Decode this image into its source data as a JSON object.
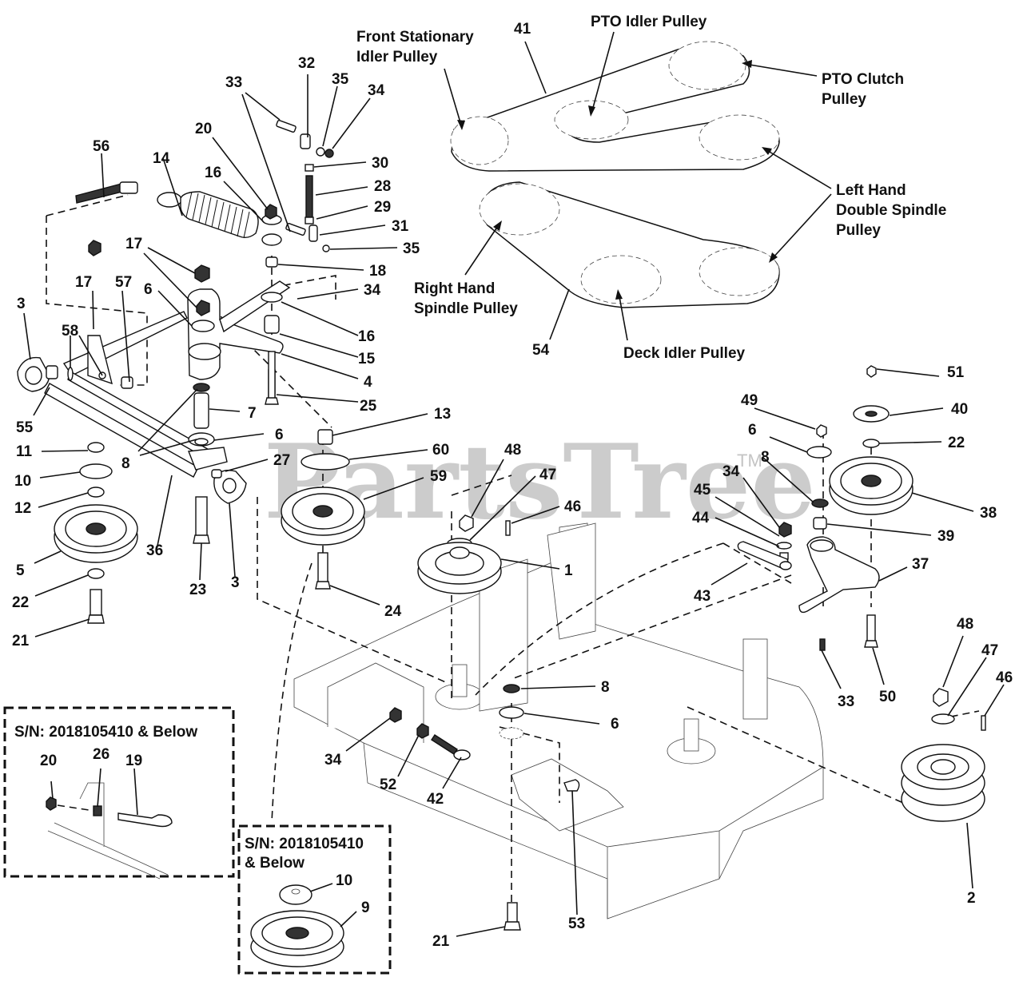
{
  "watermark": {
    "text": "PartsTree",
    "trademark": "TM",
    "color": "#c4c4c4"
  },
  "belt_captions": {
    "front_stationary_line1": "Front Stationary",
    "front_stationary_line2": "Idler Pulley",
    "pto_idler": "PTO Idler Pulley",
    "pto_clutch_line1": "PTO Clutch",
    "pto_clutch_line2": "Pulley",
    "left_hand_line1": "Left Hand",
    "left_hand_line2": "Double Spindle",
    "left_hand_line3": "Pulley",
    "right_hand_line1": "Right Hand",
    "right_hand_line2": "Spindle Pulley",
    "deck_idler": "Deck Idler Pulley"
  },
  "inset_boxes": [
    {
      "title": "S/N: 2018105410 & Below",
      "labels": [
        "20",
        "26",
        "19"
      ]
    },
    {
      "title_line1": "S/N: 2018105410",
      "title_line2": "& Below",
      "labels": [
        "10",
        "9"
      ]
    }
  ],
  "callouts": [
    {
      "id": "c41",
      "text": "41"
    },
    {
      "id": "c32",
      "text": "32"
    },
    {
      "id": "c33a",
      "text": "33"
    },
    {
      "id": "c35a",
      "text": "35"
    },
    {
      "id": "c34a",
      "text": "34"
    },
    {
      "id": "c30",
      "text": "30"
    },
    {
      "id": "c28",
      "text": "28"
    },
    {
      "id": "c29",
      "text": "29"
    },
    {
      "id": "c31",
      "text": "31"
    },
    {
      "id": "c35b",
      "text": "35"
    },
    {
      "id": "c18",
      "text": "18"
    },
    {
      "id": "c34b",
      "text": "34"
    },
    {
      "id": "c16a",
      "text": "16"
    },
    {
      "id": "c15",
      "text": "15"
    },
    {
      "id": "c4",
      "text": "4"
    },
    {
      "id": "c25",
      "text": "25"
    },
    {
      "id": "c20a",
      "text": "20"
    },
    {
      "id": "c16b",
      "text": "16"
    },
    {
      "id": "c14",
      "text": "14"
    },
    {
      "id": "c56",
      "text": "56"
    },
    {
      "id": "c17a",
      "text": "17"
    },
    {
      "id": "c17b",
      "text": "17"
    },
    {
      "id": "c57",
      "text": "57"
    },
    {
      "id": "c6a",
      "text": "6"
    },
    {
      "id": "c3a",
      "text": "3"
    },
    {
      "id": "c58",
      "text": "58"
    },
    {
      "id": "c55",
      "text": "55"
    },
    {
      "id": "c7",
      "text": "7"
    },
    {
      "id": "c6b",
      "text": "6"
    },
    {
      "id": "c8a",
      "text": "8"
    },
    {
      "id": "c11",
      "text": "11"
    },
    {
      "id": "c10a",
      "text": "10"
    },
    {
      "id": "c12",
      "text": "12"
    },
    {
      "id": "c27",
      "text": "27"
    },
    {
      "id": "c36",
      "text": "36"
    },
    {
      "id": "c5",
      "text": "5"
    },
    {
      "id": "c22a",
      "text": "22"
    },
    {
      "id": "c21a",
      "text": "21"
    },
    {
      "id": "c23",
      "text": "23"
    },
    {
      "id": "c3b",
      "text": "3"
    },
    {
      "id": "c13",
      "text": "13"
    },
    {
      "id": "c60",
      "text": "60"
    },
    {
      "id": "c59",
      "text": "59"
    },
    {
      "id": "c24",
      "text": "24"
    },
    {
      "id": "c48a",
      "text": "48"
    },
    {
      "id": "c47a",
      "text": "47"
    },
    {
      "id": "c46a",
      "text": "46"
    },
    {
      "id": "c1",
      "text": "1"
    },
    {
      "id": "c54",
      "text": "54"
    },
    {
      "id": "c49",
      "text": "49"
    },
    {
      "id": "c51",
      "text": "51"
    },
    {
      "id": "c40",
      "text": "40"
    },
    {
      "id": "c6c",
      "text": "6"
    },
    {
      "id": "c22b",
      "text": "22"
    },
    {
      "id": "c8b",
      "text": "8"
    },
    {
      "id": "c34c",
      "text": "34"
    },
    {
      "id": "c38",
      "text": "38"
    },
    {
      "id": "c45",
      "text": "45"
    },
    {
      "id": "c44",
      "text": "44"
    },
    {
      "id": "c39",
      "text": "39"
    },
    {
      "id": "c37",
      "text": "37"
    },
    {
      "id": "c43",
      "text": "43"
    },
    {
      "id": "c33b",
      "text": "33"
    },
    {
      "id": "c50",
      "text": "50"
    },
    {
      "id": "c48b",
      "text": "48"
    },
    {
      "id": "c47b",
      "text": "47"
    },
    {
      "id": "c46b",
      "text": "46"
    },
    {
      "id": "c2",
      "text": "2"
    },
    {
      "id": "c8c",
      "text": "8"
    },
    {
      "id": "c6d",
      "text": "6"
    },
    {
      "id": "c34d",
      "text": "34"
    },
    {
      "id": "c52",
      "text": "52"
    },
    {
      "id": "c42",
      "text": "42"
    },
    {
      "id": "c53",
      "text": "53"
    },
    {
      "id": "c21b",
      "text": "21"
    }
  ]
}
